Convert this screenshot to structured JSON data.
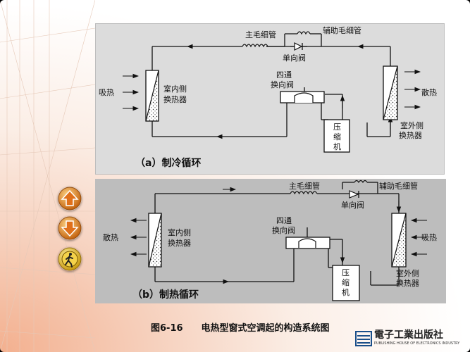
{
  "diagram_a": {
    "main_capillary": "主毛细管",
    "aux_capillary": "辅助毛细管",
    "check_valve": "单向阀",
    "absorb_heat": "吸热",
    "release_heat": "散热",
    "indoor_hx": [
      "室内侧",
      "换热器"
    ],
    "four_way_valve": [
      "四通",
      "换向阀"
    ],
    "outdoor_hx": [
      "室外侧",
      "换热器"
    ],
    "compressor": [
      "压",
      "缩",
      "机"
    ],
    "label": "（a）制冷循环"
  },
  "diagram_b": {
    "main_capillary": "主毛细管",
    "aux_capillary": "辅助毛细管",
    "check_valve": "单向阀",
    "release_heat": "散热",
    "absorb_heat": "吸热",
    "indoor_hx": [
      "室内侧",
      "换热器"
    ],
    "four_way_valve": [
      "四通",
      "换向阀"
    ],
    "outdoor_hx": [
      "室外侧",
      "换热器"
    ],
    "compressor": [
      "压",
      "缩",
      "机"
    ],
    "label": "（b）制热循环"
  },
  "caption": {
    "fig_no": "图6-16",
    "title": "电热型窗式空调起的构造系统图"
  },
  "publisher": {
    "name": "電子工業出版社",
    "english": "PUBLISHING HOUSE OF ELECTRONICS INDUSTRY"
  },
  "nav": {
    "up_icon": "up-arrow-icon",
    "down_icon": "down-arrow-icon",
    "exit_icon": "exit-walking-icon"
  }
}
